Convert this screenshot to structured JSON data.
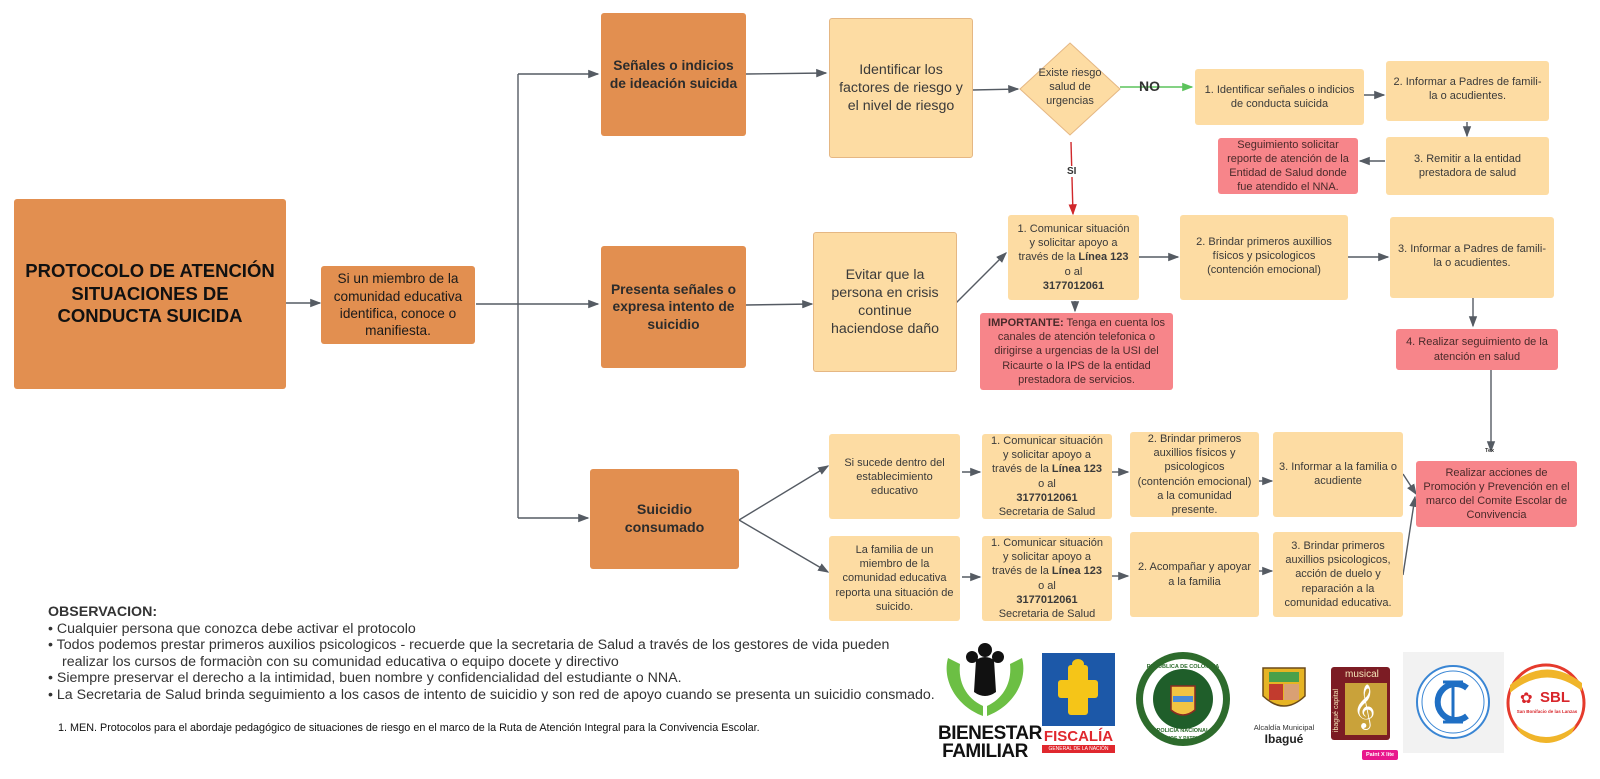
{
  "title": "PROTOCOLO DE ATENCIÓN SITUACIONES DE CONDUCTA SUICIDA",
  "trigger": "Si un  miembro de la comunidad educativa identifica, conoce o manifiesta.",
  "branches": {
    "ideation": {
      "label": "Señales o indicios de ideación suicida",
      "identify": "Identificar los factores de riesgo y el nivel de riesgo",
      "decision": "Existe riesgo salud de urgencias",
      "no_label": "NO",
      "si_label": "SI",
      "no_steps": [
        "1. Identificar señales o indicios de conducta suicida",
        "2. Informar a Padres de famili­la o acudientes.",
        "3. Remitir a la entidad prestadora de salud"
      ],
      "followup": "Seguimiento solicitar reporte de atención de la Entidad de Salud donde fue atendido el NNA."
    },
    "attempt": {
      "label": "Presenta señales o expresa intento de suicidio",
      "avoid": "Evitar que la persona en crisis continue haciendose daño",
      "step1": {
        "pre": "1. Comunicar situación y solicitar apoyo a través de la ",
        "bold1": "Línea 123",
        "mid": " o al ",
        "bold2": "3177012061"
      },
      "step2": "2. Brindar primeros auxillios físicos y psicologicos (contención emocional)",
      "step3": "3. Informar a Padres de famili­la o acudientes.",
      "step4": "4. Realizar seguimiento de la atención en salud",
      "important": {
        "bold": "IMPORTANTE:",
        "text": " Tenga en cuenta los canales de atención telefonica o dirigirse a urgencias de la USI del Ricaurte o la IPS de la entidad prestadora de servicios."
      }
    },
    "consummated": {
      "label": "Suicidio consumado",
      "row1": {
        "condition": "Si sucede dentro del establecimiento educativo",
        "step1": {
          "pre": "1. Comunicar situación y solicitar apoyo a través de la ",
          "bold1": "Línea 123",
          "mid": " o al ",
          "bold2": "3177012061",
          "post": "Secretaria de Salud"
        },
        "step2": "2. Brindar primeros auxillios físicos y psicologicos (contención emocional) a la comunidad presente.",
        "step3": "3. Informar a la familia o acudiente"
      },
      "row2": {
        "condition": "La familia de un miembro de la comunidad educativa reporta una situación  de suicido.",
        "step1": {
          "pre": "1. Comunicar situación y solicitar apoyo a través de la ",
          "bold1": "Línea 123",
          "mid": " o al ",
          "bold2": "3177012061",
          "post": "Secretaria de Salud"
        },
        "step2": "2. Acompañar y apoyar a la familia",
        "step3": "3.  Brindar primeros auxillios psicologicos, acción de duelo y reparación a la comunidad educativa."
      }
    },
    "final": "Realizar acciones de Promoción y Prevención en el marco del Comite Escolar de Convivencia",
    "final_connector_label": "Tex"
  },
  "observations": {
    "title": "OBSERVACION:",
    "items": [
      "•  Cualquier persona que conozca debe activar el protocolo",
      "•  Todos podemos prestar primeros auxilios psicologicos - recuerde que la secretaria de Salud a través de los gestores de vida pueden",
      "    realizar los cursos de formaciòn con su comunidad educativa o equipo docete y directivo",
      "•  Siempre preservar el derecho a la intimidad, buen nombre y confidencialidad del estudiante o NNA.",
      "• La Secretaria de Salud brinda seguimiento a los casos de intento de suicidio y son red de apoyo cuando se presenta un suicidio consmado."
    ],
    "reference": "1. MEN. Protocolos para el abordaje pedagógico de situaciones de riesgo en el marco de la Ruta de Atención Integral para la Convivencia Escolar."
  },
  "logos": {
    "bienestar": {
      "line1": "BIENESTAR",
      "line2": "FAMILIAR"
    },
    "fiscalia": {
      "name": "FISCALÍA",
      "sub": "GENERAL DE LA NACIÓN"
    },
    "policia": {
      "top": "REPÚBLICA DE COLOMBIA",
      "bottom": "POLICÍA NACIONAL",
      "motto": "DIOS Y PATRIA"
    },
    "alcaldia": {
      "line1": "Alcaldía Municipal",
      "line2": "Ibagué"
    },
    "musical": {
      "top": "musical",
      "side": "ibagué capital"
    },
    "badge": "Paint X lite",
    "sbl": {
      "name": "SBL",
      "sub": "San Bonifacio de las Lanzas"
    }
  },
  "colors": {
    "dark_orange": "#e28f50",
    "light_orange": "#fddca3",
    "red": "#f7858a",
    "arrow": "#555b63",
    "no_arrow": "#5cc35c",
    "si_arrow": "#d0282b"
  }
}
